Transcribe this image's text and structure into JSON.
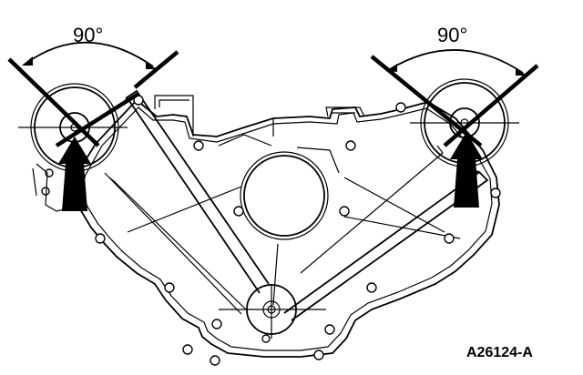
{
  "diagram": {
    "left_angle_label": "90°",
    "right_angle_label": "90°",
    "figure_id": "A26124-A"
  },
  "colors": {
    "line": "#000000",
    "background": "#ffffff"
  }
}
